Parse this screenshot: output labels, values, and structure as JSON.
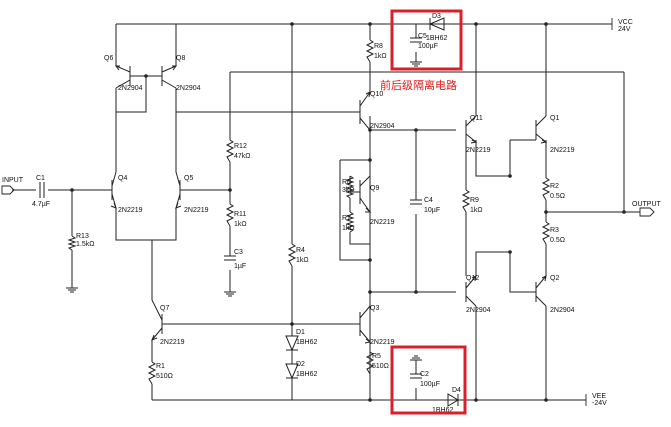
{
  "highlight_label": "前后级隔离电路",
  "ports": {
    "input": "INPUT",
    "output": "OUTPUT",
    "vcc": "VCC",
    "vcc_v": "24V",
    "vee": "VEE",
    "vee_v": "-24V"
  },
  "colors": {
    "wire": "#222222",
    "highlight": "#d9202a",
    "label": "#111111"
  },
  "components": {
    "c1": {
      "ref": "C1",
      "value": "4.7µF"
    },
    "r13": {
      "ref": "R13",
      "value": "1.5kΩ"
    },
    "q4": {
      "ref": "Q4",
      "value": "2N2219"
    },
    "q5": {
      "ref": "Q5",
      "value": "2N2219"
    },
    "q6": {
      "ref": "Q6",
      "value": "2N2904"
    },
    "q8": {
      "ref": "Q8",
      "value": "2N2904"
    },
    "r12": {
      "ref": "R12",
      "value": "47kΩ"
    },
    "r11": {
      "ref": "R11",
      "value": "1kΩ"
    },
    "c3": {
      "ref": "C3",
      "value": "1µF"
    },
    "q7": {
      "ref": "Q7",
      "value": "2N2219"
    },
    "r1": {
      "ref": "R1",
      "value": "510Ω"
    },
    "r4": {
      "ref": "R4",
      "value": "1kΩ"
    },
    "d1": {
      "ref": "D1",
      "value": "1BH62"
    },
    "d2": {
      "ref": "D2",
      "value": "1BH62"
    },
    "r8": {
      "ref": "R8",
      "value": "1kΩ"
    },
    "d3": {
      "ref": "D3",
      "value": "1BH62"
    },
    "c5": {
      "ref": "C5",
      "value": "100µF"
    },
    "q10": {
      "ref": "Q10",
      "value": "2N2904"
    },
    "r6": {
      "ref": "R6",
      "value": "3kΩ"
    },
    "r7": {
      "ref": "R7",
      "value": "1kΩ"
    },
    "q9": {
      "ref": "Q9",
      "value": "2N2219"
    },
    "q3": {
      "ref": "Q3",
      "value": "2N2219"
    },
    "r5": {
      "ref": "R5",
      "value": "510Ω"
    },
    "c2": {
      "ref": "C2",
      "value": "100µF"
    },
    "d4": {
      "ref": "D4",
      "value": "1BH62"
    },
    "c4": {
      "ref": "C4",
      "value": "10µF"
    },
    "q11": {
      "ref": "Q11",
      "value": "2N2219"
    },
    "r9": {
      "ref": "R9",
      "value": "1kΩ"
    },
    "q12": {
      "ref": "Q12",
      "value": "2N2904"
    },
    "q1": {
      "ref": "Q1",
      "value": "2N2219"
    },
    "r2": {
      "ref": "R2",
      "value": "0.5Ω"
    },
    "r3": {
      "ref": "R3",
      "value": "0.5Ω"
    },
    "q2": {
      "ref": "Q2",
      "value": "2N2904"
    }
  }
}
